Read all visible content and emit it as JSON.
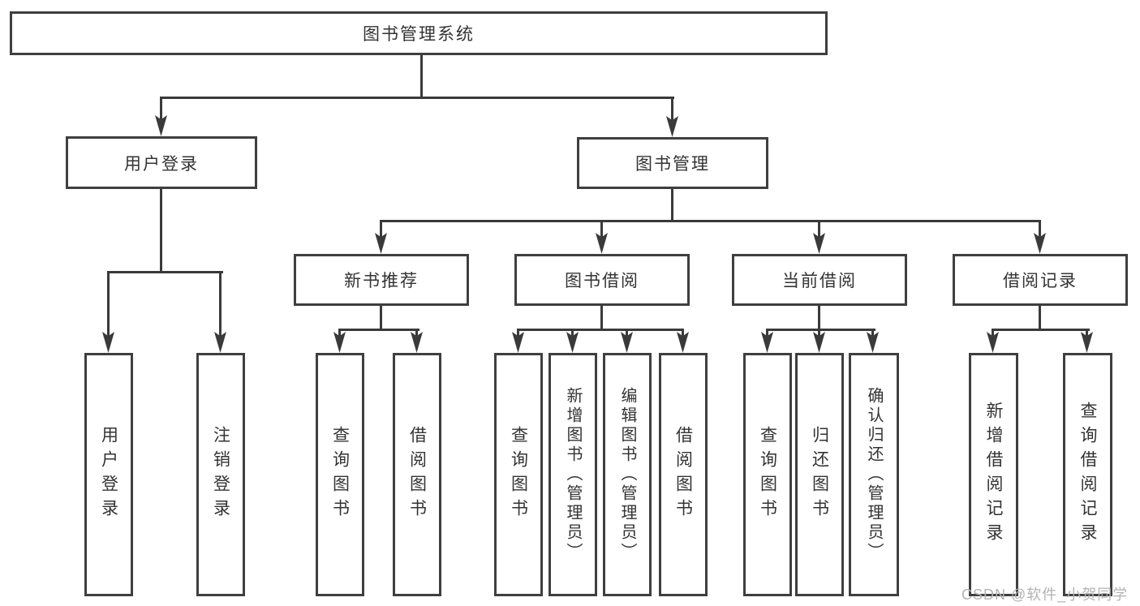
{
  "colors": {
    "line": "#3a3a3a",
    "box_border": "#3f3f3f",
    "text": "#333333",
    "watermark_text": "#b3b3b3",
    "background": "#ffffff"
  },
  "watermark": {
    "text": "CSDN @软件_小贺同学"
  },
  "tree": {
    "label": "图书管理系统",
    "children": [
      {
        "label": "用户登录",
        "children": [
          {
            "label": "用户登录"
          },
          {
            "label": "注销登录"
          }
        ]
      },
      {
        "label": "图书管理",
        "children": [
          {
            "label": "新书推荐",
            "children": [
              {
                "label": "查询图书"
              },
              {
                "label": "借阅图书"
              }
            ]
          },
          {
            "label": "图书借阅",
            "children": [
              {
                "label": "查询图书"
              },
              {
                "label": "新增图书（管理员）"
              },
              {
                "label": "编辑图书（管理员）"
              },
              {
                "label": "借阅图书"
              }
            ]
          },
          {
            "label": "当前借阅",
            "children": [
              {
                "label": "查询图书"
              },
              {
                "label": "归还图书"
              },
              {
                "label": "确认归还（管理员）"
              }
            ]
          },
          {
            "label": "借阅记录",
            "children": [
              {
                "label": "新增借阅记录"
              },
              {
                "label": "查询借阅记录"
              }
            ]
          }
        ]
      }
    ]
  }
}
